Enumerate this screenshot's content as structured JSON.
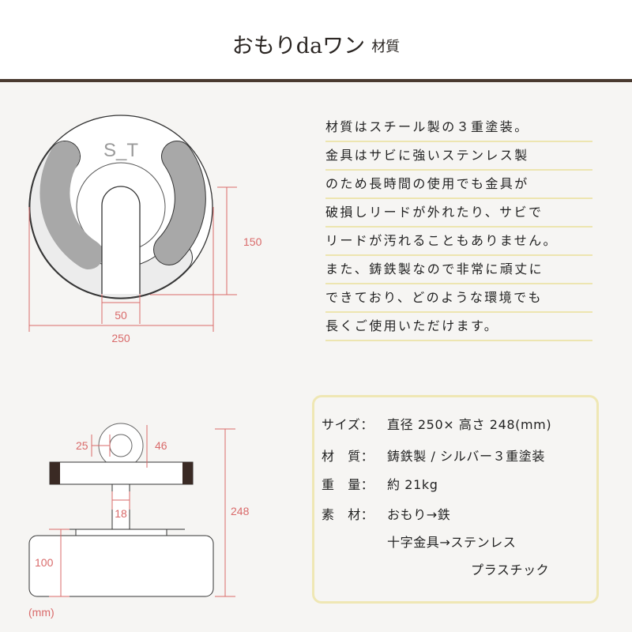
{
  "title": {
    "main": "おもりdaワン",
    "sub": "材質"
  },
  "top_view": {
    "logo": "S_T",
    "dims": {
      "height": "150",
      "hook_width": "50",
      "diameter": "250"
    }
  },
  "side_view": {
    "dims": {
      "ring_inner": "25",
      "ring_outer": "46",
      "shaft": "18",
      "base": "100",
      "total_height": "248"
    },
    "unit": "(mm)"
  },
  "description": [
    "材質はスチール製の３重塗装。",
    "金具はサビに強いステンレス製",
    "のため長時間の使用でも金具が",
    "破損しリードが外れたり、サビで",
    "リードが汚れることもありません。",
    "また、鋳鉄製なので非常に頑丈に",
    "できており、どのような環境でも",
    "長くご使用いただけます。"
  ],
  "specs": {
    "size_label": "サイズ：",
    "size_value": "直径 250×  高さ 248(mm)",
    "material_label": "材　質：",
    "material_value": "鋳鉄製 / シルバー３重塗装",
    "weight_label": "重　量：",
    "weight_value": "約 21kg",
    "element_label": "素　材：",
    "element_value1": "おもり→鉄",
    "element_value2": "十字金具→ステンレス",
    "element_value3": "プラスチック"
  },
  "colors": {
    "dimension": "#d96a6a",
    "highlight": "#ede5b0",
    "header_line": "#4a3a30",
    "grip": "#a8a8a8"
  }
}
